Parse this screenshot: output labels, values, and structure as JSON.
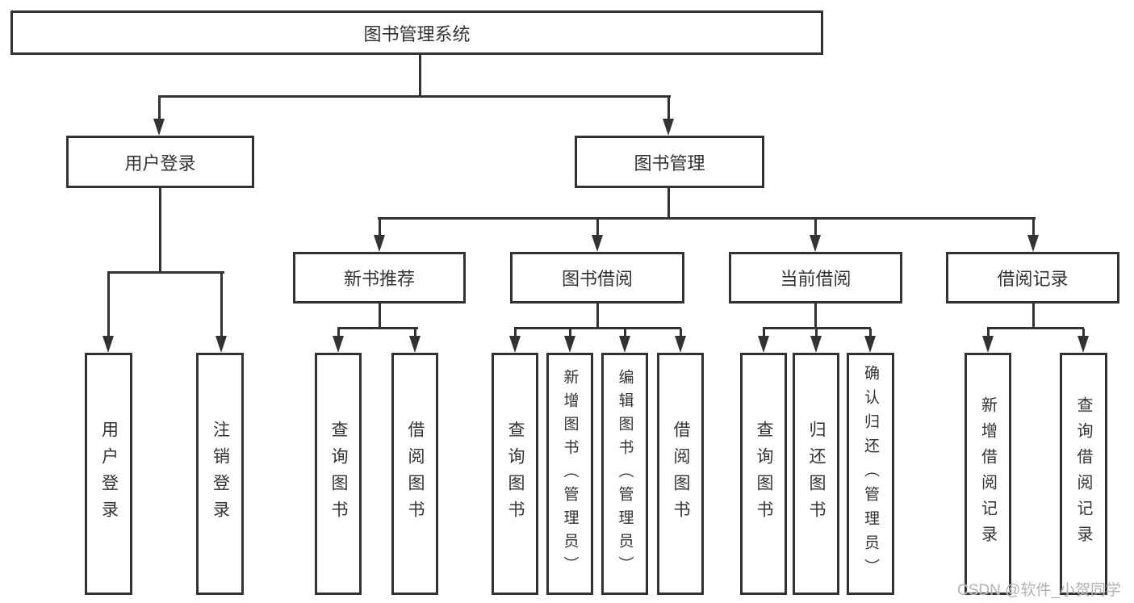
{
  "tree": {
    "root": {
      "label": "图书管理系统"
    },
    "branches": [
      {
        "label": "用户登录",
        "children": [
          {
            "label": "用户登录"
          },
          {
            "label": "注销登录"
          }
        ]
      },
      {
        "label": "图书管理",
        "children": [
          {
            "label": "新书推荐",
            "children": [
              {
                "label": "查询图书"
              },
              {
                "label": "借阅图书"
              }
            ]
          },
          {
            "label": "图书借阅",
            "children": [
              {
                "label": "查询图书"
              },
              {
                "label": "新增图书（管理员）"
              },
              {
                "label": "编辑图书（管理员）"
              },
              {
                "label": "借阅图书"
              }
            ]
          },
          {
            "label": "当前借阅",
            "children": [
              {
                "label": "查询图书"
              },
              {
                "label": "归还图书"
              },
              {
                "label": "确认归还（管理员）"
              }
            ]
          },
          {
            "label": "借阅记录",
            "children": [
              {
                "label": "新增借阅记录"
              },
              {
                "label": "查询借阅记录"
              }
            ]
          }
        ]
      }
    ]
  },
  "watermark": {
    "text": "CSDN @软件_小贺同学"
  },
  "colors": {
    "line": "#333333",
    "text": "#333333",
    "background": "#ffffff",
    "watermark": "#b2b2b2"
  }
}
